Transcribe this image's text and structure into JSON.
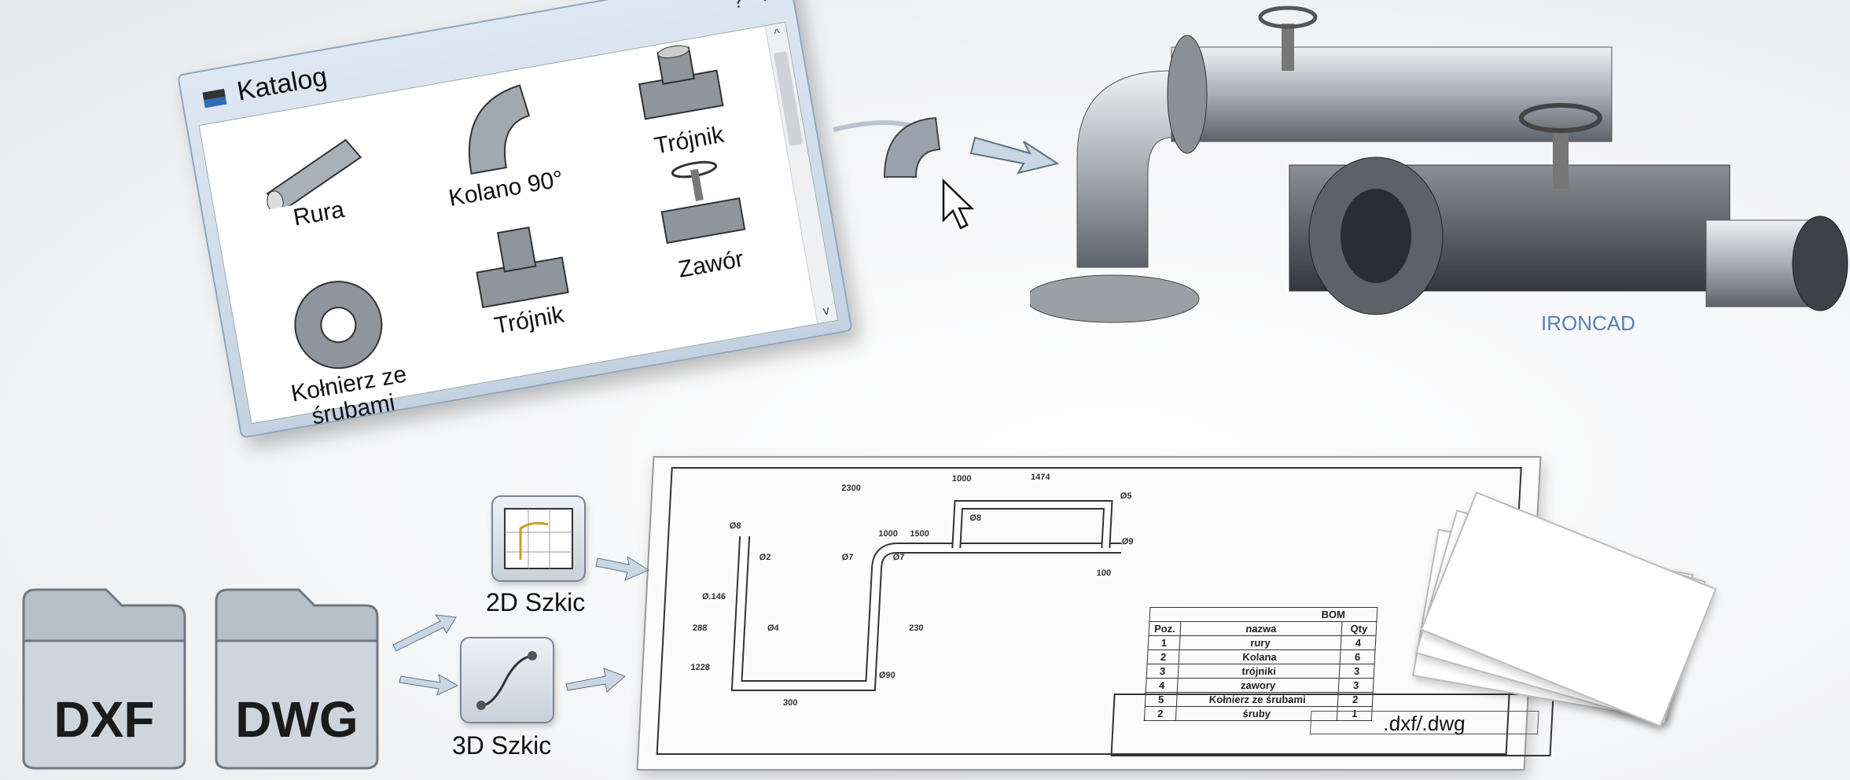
{
  "catalog": {
    "title": "Katalog",
    "help_label": "?",
    "close_label": "✕",
    "scroll_up": "^",
    "scroll_down": "v",
    "items": [
      {
        "label": "Rura",
        "icon": "pipe-icon"
      },
      {
        "label": "Kolano 90°",
        "icon": "elbow-icon"
      },
      {
        "label": "Trójnik",
        "icon": "tee-3way-icon"
      },
      {
        "label": "Kołnierz ze śrubami",
        "icon": "flange-icon"
      },
      {
        "label": "Trójnik",
        "icon": "tee-icon"
      },
      {
        "label": "Zawór",
        "icon": "valve-icon"
      }
    ]
  },
  "assembly": {
    "brand": "IRONCAD"
  },
  "imports": {
    "files": [
      {
        "label": "DXF"
      },
      {
        "label": "DWG"
      }
    ],
    "sketches": [
      {
        "label": "2D Szkic"
      },
      {
        "label": "3D Szkic"
      }
    ]
  },
  "drawing": {
    "dimensions": [
      "1000",
      "2300",
      "1474",
      "Ø5",
      "Ø8",
      "Ø2",
      "Ø7",
      "Ø7",
      "Ø8",
      "Ø9",
      "Ø.146",
      "Ø4",
      "Ø90",
      "300",
      "288",
      "1228",
      "230",
      "100",
      "1000",
      "1500"
    ],
    "bom": {
      "title": "BOM",
      "headers": [
        "Poz.",
        "nazwa",
        "Qty"
      ],
      "rows": [
        [
          "1",
          "rury",
          "4"
        ],
        [
          "2",
          "Kolana",
          "6"
        ],
        [
          "3",
          "trójniki",
          "3"
        ],
        [
          "4",
          "zawory",
          "3"
        ],
        [
          "5",
          "Kołnierz ze śrubami",
          "2"
        ],
        [
          "2",
          "śruby",
          "1"
        ]
      ]
    },
    "title_block": {
      "filename": ".dxf/.dwg"
    }
  }
}
